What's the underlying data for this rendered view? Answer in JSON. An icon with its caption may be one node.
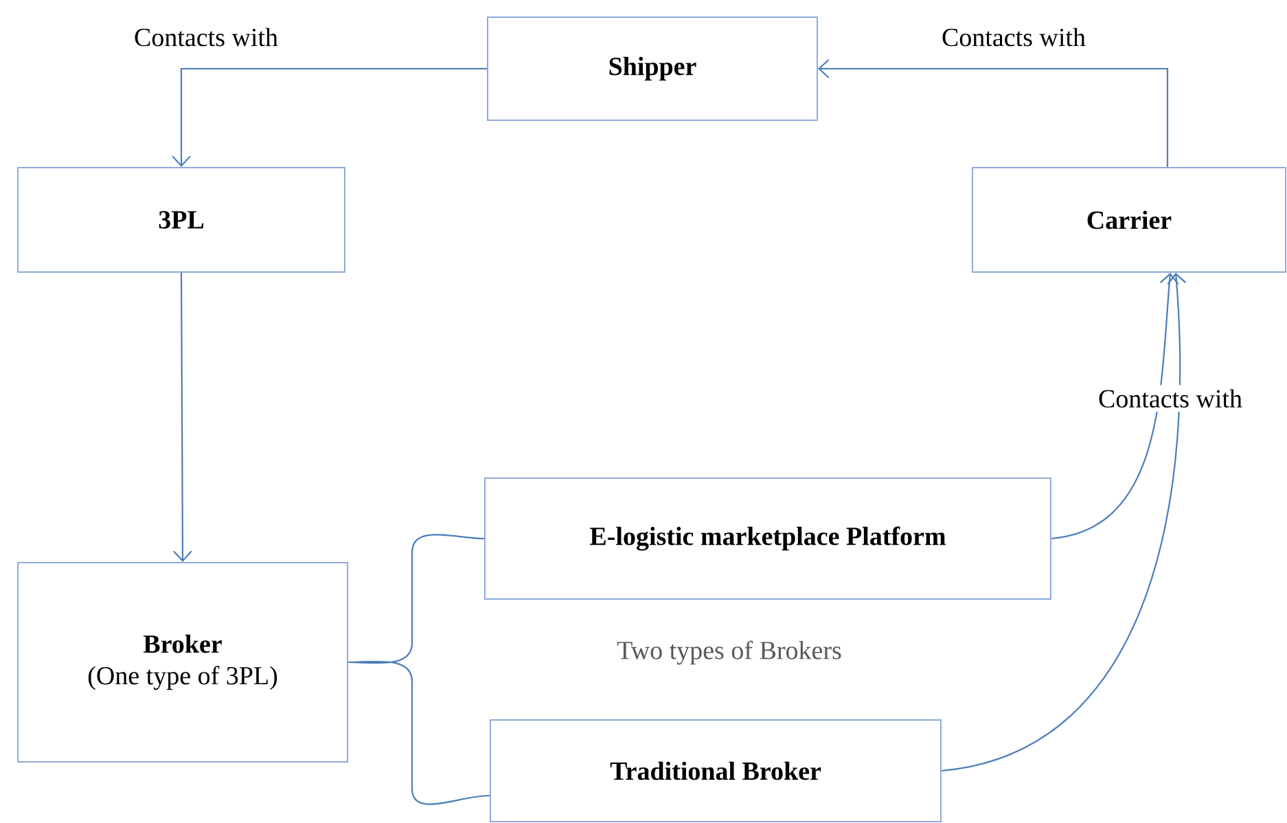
{
  "diagram": {
    "nodes": [
      {
        "text": [
          "Shipper"
        ]
      },
      {
        "text": [
          "3PL"
        ]
      },
      {
        "text": [
          "Carrier"
        ]
      },
      {
        "text": [
          "Broker",
          "(One type of 3PL)"
        ]
      },
      {
        "text": [
          "E-logistic marketplace Platform"
        ]
      },
      {
        "text": [
          "Traditional Broker"
        ]
      }
    ],
    "edges": [
      {
        "from": 0,
        "to": 1,
        "arrow": "to",
        "label": "Contacts with"
      },
      {
        "from": 2,
        "to": 0,
        "arrow": "to",
        "label": "Contacts with"
      },
      {
        "from": 1,
        "to": 3,
        "arrow": "to"
      },
      {
        "from": 3,
        "to": 4,
        "arrow": "none"
      },
      {
        "from": 3,
        "to": 5,
        "arrow": "none"
      },
      {
        "from": 4,
        "to": 2,
        "arrow": "to",
        "label": "Contacts with"
      },
      {
        "from": 5,
        "to": 2,
        "arrow": "to"
      }
    ],
    "labels": [
      "Two types of Brokers"
    ]
  }
}
